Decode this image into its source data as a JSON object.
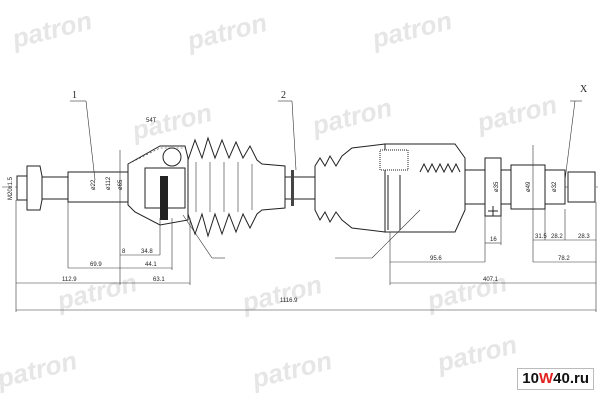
{
  "watermark": "patron",
  "logo": {
    "prefix": "10",
    "accent": "W",
    "suffix": "40.ru",
    "accent_color": "#e0201f"
  },
  "callouts": {
    "part1": "1",
    "part2": "2",
    "partx": "X"
  },
  "labels": {
    "teeth": "54T",
    "thread": "M20x1.5",
    "d1": "ø22",
    "d2": "ø112",
    "d3": "ø65",
    "d4": "ø35",
    "d5": "ø49",
    "d6": "ø32"
  },
  "dimensions": {
    "a": "69.9",
    "b": "8",
    "c": "34.8",
    "d": "44.1",
    "e": "112.9",
    "f": "63.1",
    "total": "1116.9",
    "g": "95.6",
    "h": "16",
    "i": "407.1",
    "j": "31.5",
    "k": "28.2",
    "l": "28.3",
    "m": "78.2"
  }
}
